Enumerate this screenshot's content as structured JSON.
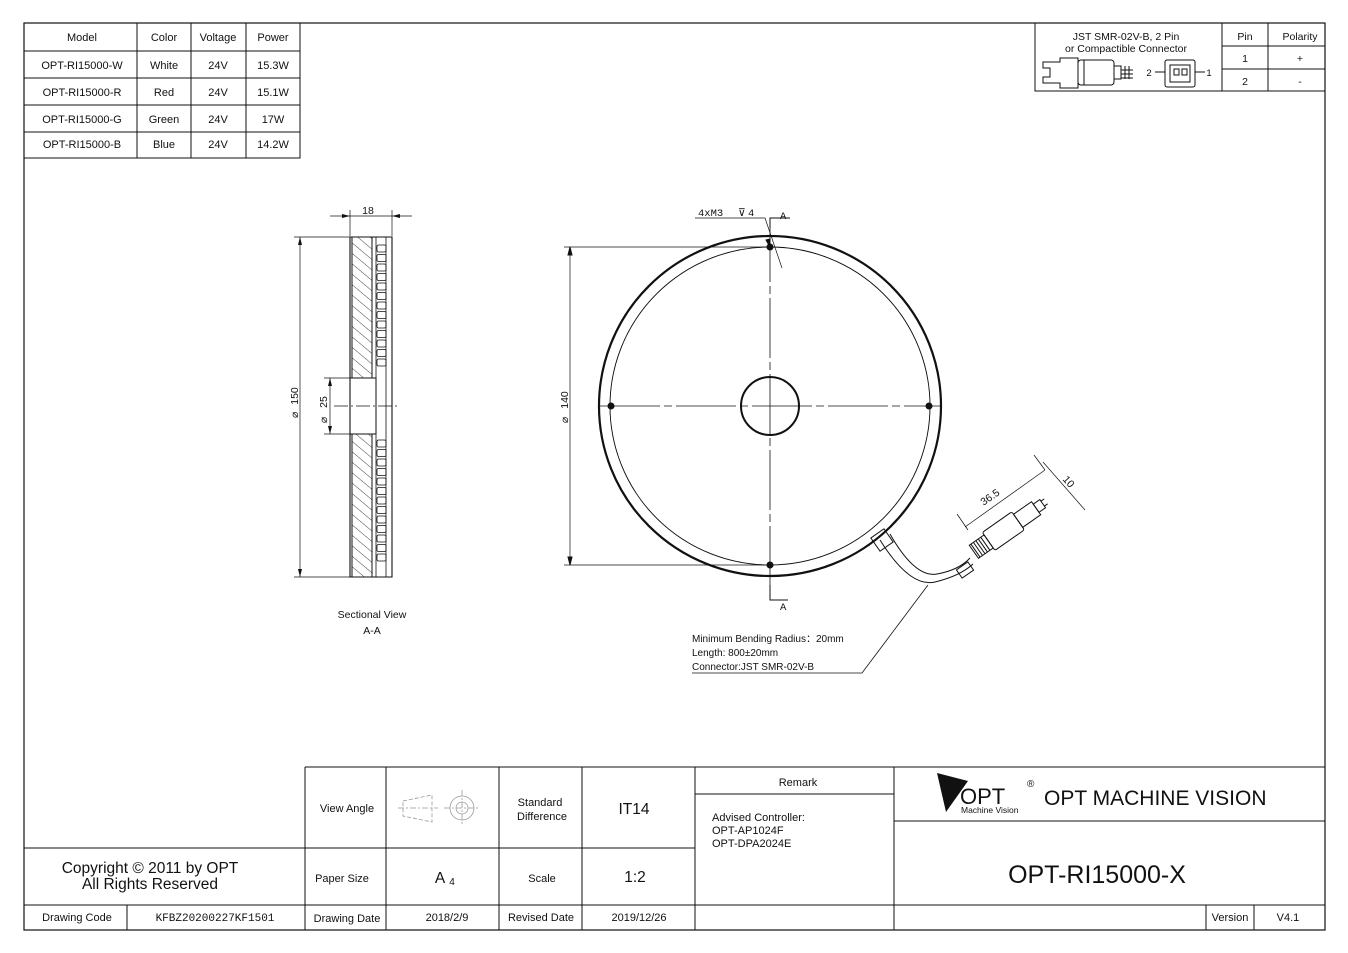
{
  "model_table": {
    "headers": [
      "Model",
      "Color",
      "Voltage",
      "Power"
    ],
    "rows": [
      [
        "OPT-RI15000-W",
        "White",
        "24V",
        "15.3W"
      ],
      [
        "OPT-RI15000-R",
        "Red",
        "24V",
        "15.1W"
      ],
      [
        "OPT-RI15000-G",
        "Green",
        "24V",
        "17W"
      ],
      [
        "OPT-RI15000-B",
        "Blue",
        "24V",
        "14.2W"
      ]
    ]
  },
  "connector": {
    "title_line1": "JST SMR-02V-B, 2 Pin",
    "title_line2": "or Compactible Connector",
    "pin_label_2": "2",
    "pin_label_1": "1",
    "table_headers": [
      "Pin",
      "Polarity"
    ],
    "rows": [
      [
        "1",
        "+"
      ],
      [
        "2",
        "-"
      ]
    ]
  },
  "dimensions": {
    "width_18": "18",
    "dia_150": "150",
    "dia_25": "25",
    "dia_140": "140",
    "holes": "4xM3",
    "hole_depth": "4",
    "section_mark": "A",
    "cable_36_5": "36.5",
    "cable_10": "10"
  },
  "sectional_view": {
    "line1": "Sectional View",
    "line2": "A-A"
  },
  "cable_note": {
    "line1": "Minimum Bending Radius：20mm",
    "line2": "Length: 800±20mm",
    "line3": "Connector:JST SMR-02V-B"
  },
  "title_block": {
    "copyright_line1": "Copyright © 2011 by OPT",
    "copyright_line2": "All Rights Reserved",
    "drawing_code_label": "Drawing Code",
    "drawing_code": "KFBZ20200227KF1501",
    "view_angle_label": "View Angle",
    "standard_label_1": "Standard",
    "standard_label_2": "Difference",
    "standard_value": "IT14",
    "paper_size_label": "Paper Size",
    "paper_size_value": "A",
    "paper_size_sub": "4",
    "scale_label": "Scale",
    "scale_value": "1:2",
    "drawing_date_label": "Drawing Date",
    "drawing_date": "2018/2/9",
    "revised_date_label": "Revised Date",
    "revised_date": "2019/12/26",
    "remark_label": "Remark",
    "remark_line1": "Advised Controller:",
    "remark_line2": "OPT-AP1024F",
    "remark_line3": "OPT-DPA2024E",
    "logo_text": "OPT",
    "logo_reg": "®",
    "logo_sub": "Machine Vision",
    "company": "OPT MACHINE VISION",
    "part_number": "OPT-RI15000-X",
    "version_label": "Version",
    "version_value": "V4.1"
  }
}
